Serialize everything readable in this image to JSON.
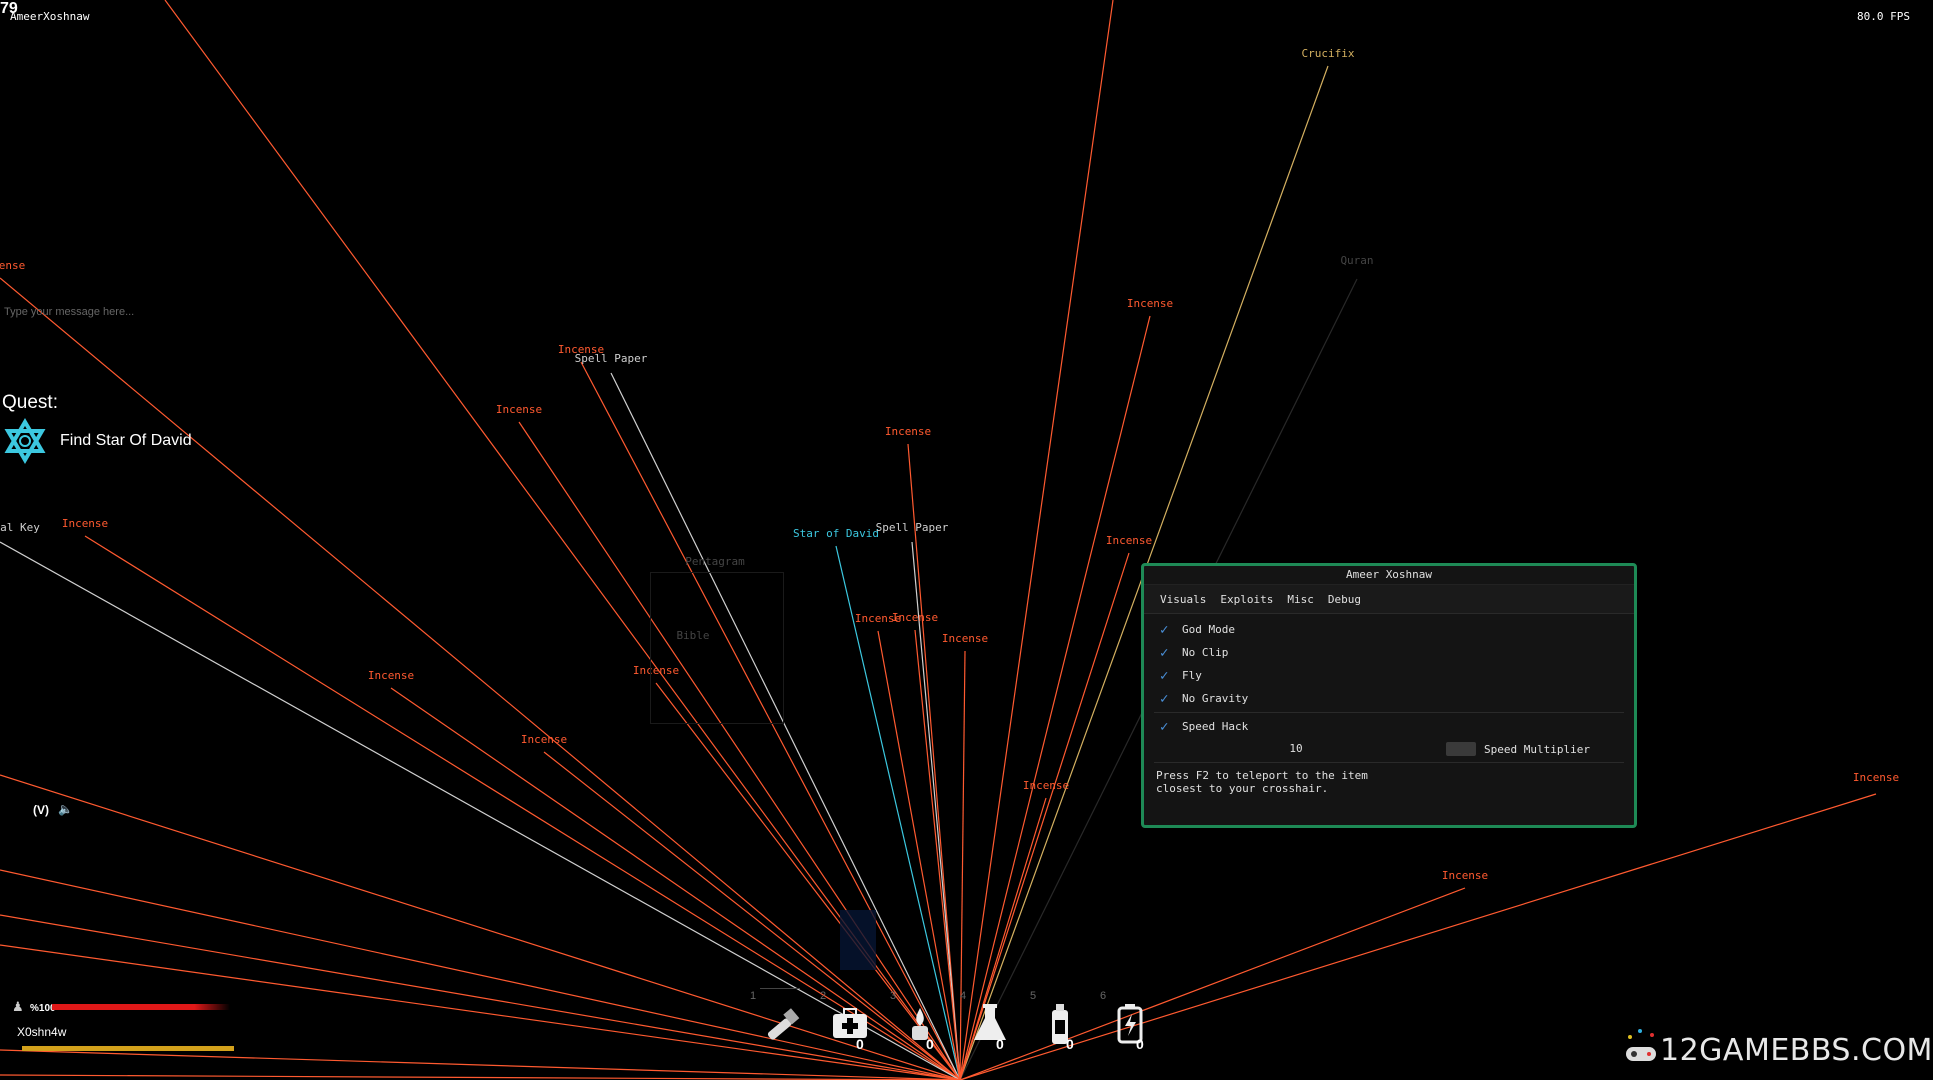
{
  "hud": {
    "fps_left": "79",
    "player_name_top": "AmeerXoshnaw",
    "fps_right": "80.0 FPS",
    "chat_placeholder": "Type your message here...",
    "quest_title": "Quest:",
    "quest_text": "Find Star Of David",
    "quest_icon": "star-of-david-icon",
    "voice_indicator": "(V)",
    "health_label": "%100",
    "health_percent": 100,
    "player_name_bottom": "X0shn4w",
    "watermark": "12GAMEBBS.COM"
  },
  "inventory": {
    "slots": [
      {
        "number": "1",
        "icon": "flashlight-icon",
        "count": ""
      },
      {
        "number": "2",
        "icon": "medkit-icon",
        "count": "0"
      },
      {
        "number": "3",
        "icon": "lighter-icon",
        "count": "0"
      },
      {
        "number": "4",
        "icon": "flask-icon",
        "count": "0"
      },
      {
        "number": "5",
        "icon": "gas-canister-icon",
        "count": "0"
      },
      {
        "number": "6",
        "icon": "battery-icon",
        "count": "0"
      }
    ]
  },
  "esp": {
    "origin": "bottom-center",
    "colors": {
      "incense": "#ff5a30",
      "item_white": "#d0d0d0",
      "star": "#3cc8e0",
      "crucifix": "#d4b060",
      "faded": "#444444"
    },
    "labels": [
      {
        "text": "Crucifix",
        "kind": "crucifix"
      },
      {
        "text": "Quran",
        "kind": "faded"
      },
      {
        "text": "Incense",
        "kind": "incense"
      },
      {
        "text": "Incense",
        "kind": "incense"
      },
      {
        "text": "Spell Paper",
        "kind": "item_white"
      },
      {
        "text": "Incense",
        "kind": "incense"
      },
      {
        "text": "Incense",
        "kind": "incense"
      },
      {
        "text": "Incense",
        "kind": "incense"
      },
      {
        "text": "Star of David",
        "kind": "star"
      },
      {
        "text": "Spell Paper",
        "kind": "item_white"
      },
      {
        "text": "Incense",
        "kind": "incense"
      },
      {
        "text": "Incense",
        "kind": "incense"
      },
      {
        "text": "Incense",
        "kind": "incense"
      },
      {
        "text": "Incense",
        "kind": "incense"
      },
      {
        "text": "Incense",
        "kind": "incense"
      },
      {
        "text": "Incense",
        "kind": "incense"
      },
      {
        "text": "Incense",
        "kind": "incense"
      },
      {
        "text": "Incense",
        "kind": "incense"
      },
      {
        "text": "Incense",
        "kind": "incense"
      },
      {
        "text": "Incense",
        "kind": "incense"
      },
      {
        "text": "Incense",
        "kind": "incense"
      },
      {
        "text": "Bible",
        "kind": "faded"
      },
      {
        "text": "Pentagram",
        "kind": "faded"
      },
      {
        "text": "ense",
        "kind": "incense"
      },
      {
        "text": "al Key",
        "kind": "item_white"
      }
    ]
  },
  "menu": {
    "title": "Ameer Xoshnaw",
    "tabs": [
      "Visuals",
      "Exploits",
      "Misc",
      "Debug"
    ],
    "checks": [
      {
        "label": "God Mode",
        "checked": true
      },
      {
        "label": "No Clip",
        "checked": true
      },
      {
        "label": "Fly",
        "checked": true
      },
      {
        "label": "No Gravity",
        "checked": true
      }
    ],
    "speed_hack": {
      "label": "Speed Hack",
      "checked": true
    },
    "speed_value": "10",
    "speed_multiplier_label": "Speed Multiplier",
    "help_text": "Press F2 to teleport to the item\nclosest to your crosshair."
  }
}
